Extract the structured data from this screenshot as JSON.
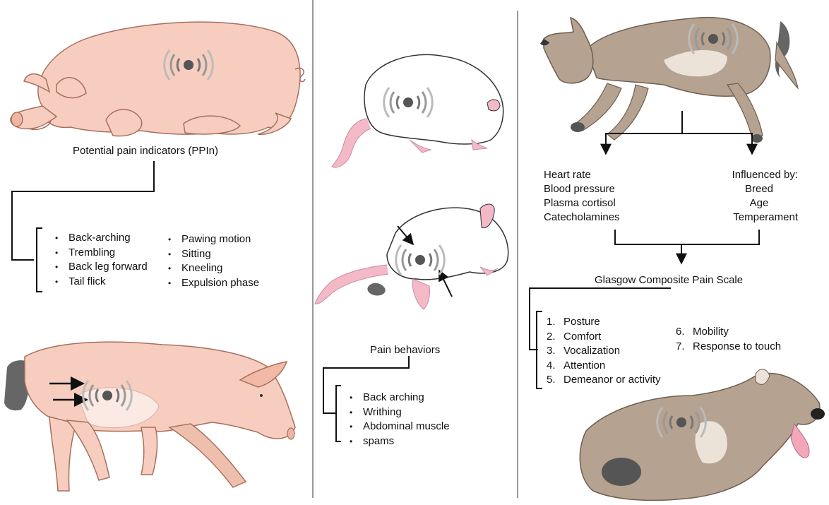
{
  "panels": {
    "pig": {
      "heading": "Potential pain indicators (PPIn)",
      "list_left": [
        "Back-arching",
        "Trembling",
        "Back leg forward",
        "Tail flick"
      ],
      "list_right": [
        "Pawing motion",
        "Sitting",
        "Kneeling",
        "Expulsion phase"
      ]
    },
    "rodent": {
      "heading": "Pain behaviors",
      "list": [
        "Back arching",
        "Writhing",
        "Abdominal muscle",
        "spams"
      ]
    },
    "dog": {
      "left_block": [
        "Heart rate",
        "Blood pressure",
        "Plasma cortisol",
        "Catecholamines"
      ],
      "right_block": [
        "Influenced by:",
        "Breed",
        "Age",
        "Temperament"
      ],
      "scale_title": "Glasgow Composite Pain Scale",
      "scale_left": [
        {
          "num": "1.",
          "label": "Posture"
        },
        {
          "num": "2.",
          "label": "Comfort"
        },
        {
          "num": "3.",
          "label": "Vocalization"
        },
        {
          "num": "4.",
          "label": "Attention"
        },
        {
          "num": "5.",
          "label": "Demeanor or activity"
        }
      ],
      "scale_right": [
        {
          "num": "6.",
          "label": "Mobility"
        },
        {
          "num": "7.",
          "label": "Response to touch"
        }
      ]
    }
  },
  "colors": {
    "pig_skin": "#f6cdbf",
    "pig_outline": "#a8705e",
    "dog_fur": "#b5a290",
    "dog_belly": "#ece3d8",
    "rodent_pink": "#f4b9c7",
    "pain_icon": "#555555"
  }
}
